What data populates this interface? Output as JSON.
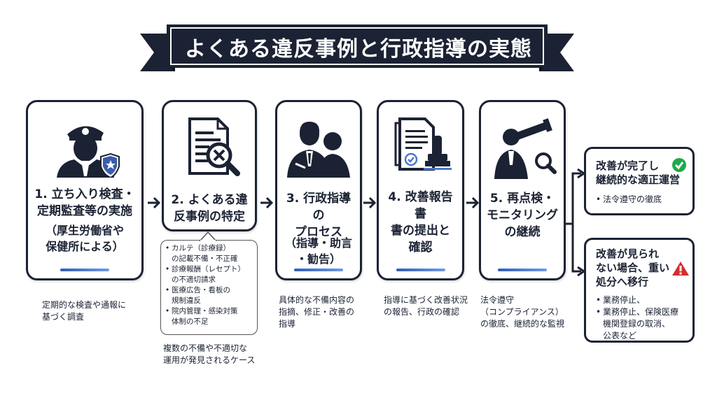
{
  "title": "よくある違反事例と行政指導の実態",
  "steps": [
    {
      "title": "1. 立ち入り検査・\n定期監査等の実施",
      "subtitle": "（厚生労働省や\n保健所による）",
      "icon": "police-officer-icon",
      "description": "定期的な検査や通報に\n基づく調査"
    },
    {
      "title": "2. よくある違\n反事例の特定",
      "icon": "document-magnifier-icon",
      "examples": [
        "カルテ（診療録）\nの記載不備・不正確",
        "診療報酬（レセプト）\nの不適切請求",
        "医療広告・看板の\n規制違反",
        "院内管理・感染対策\n体制の不足"
      ],
      "description": "複数の不備や不適切な\n運用が発見されるケース"
    },
    {
      "title": "3. 行政指導の\nプロセス",
      "subtitle": "（指導・助言\n・勧告）",
      "icon": "meeting-people-icon",
      "description": "具体的な不備内容の\n指摘、修正・改善の\n指導"
    },
    {
      "title": "4. 改善報告書\n書の提出と\n確認",
      "icon": "report-stamp-icon",
      "description": "指導に基づく改善状況\nの報告、行政の確認"
    },
    {
      "title": "5. 再点検・\nモニタリング\nの継続",
      "icon": "telescope-person-icon",
      "description": "法令遵守\n（コンプライアンス）\nの徹底、継続的な監視"
    }
  ],
  "outcomes": [
    {
      "title": "改善が完了し\n継続的な適正運営",
      "icon": "check-circle-icon",
      "items": [
        "法令遵守の徹底"
      ]
    },
    {
      "title": "改善が見られ\nない場合、重い\n処分へ移行",
      "icon": "warning-icon",
      "items": [
        "業務停止、",
        "業務停止、保険医療\n機関登録の取消、\n公表など"
      ]
    }
  ],
  "colors": {
    "navy": "#1b2233",
    "accent_blue": "#2f5fb7",
    "check_green": "#1faa4b",
    "warning_red": "#d62d2d"
  }
}
